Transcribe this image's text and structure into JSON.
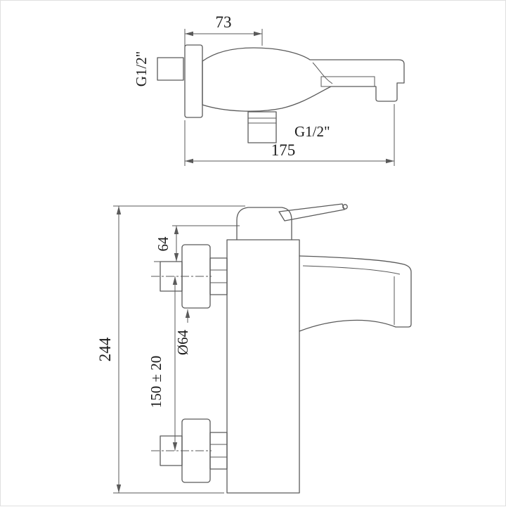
{
  "drawing": {
    "colors": {
      "line": "#5a5a5a",
      "text": "#1b1b1b",
      "background": "#ffffff",
      "border": "#e0e0e0"
    },
    "top_view": {
      "dim_width": "73",
      "thread_left": "G1/2\"",
      "thread_bottom": "G1/2\"",
      "dim_length": "175"
    },
    "front_view": {
      "dim_top_offset": "64",
      "dim_total_height": "244",
      "dim_flange_diameter": "Ø64",
      "dim_centers": "150 ± 20"
    }
  }
}
